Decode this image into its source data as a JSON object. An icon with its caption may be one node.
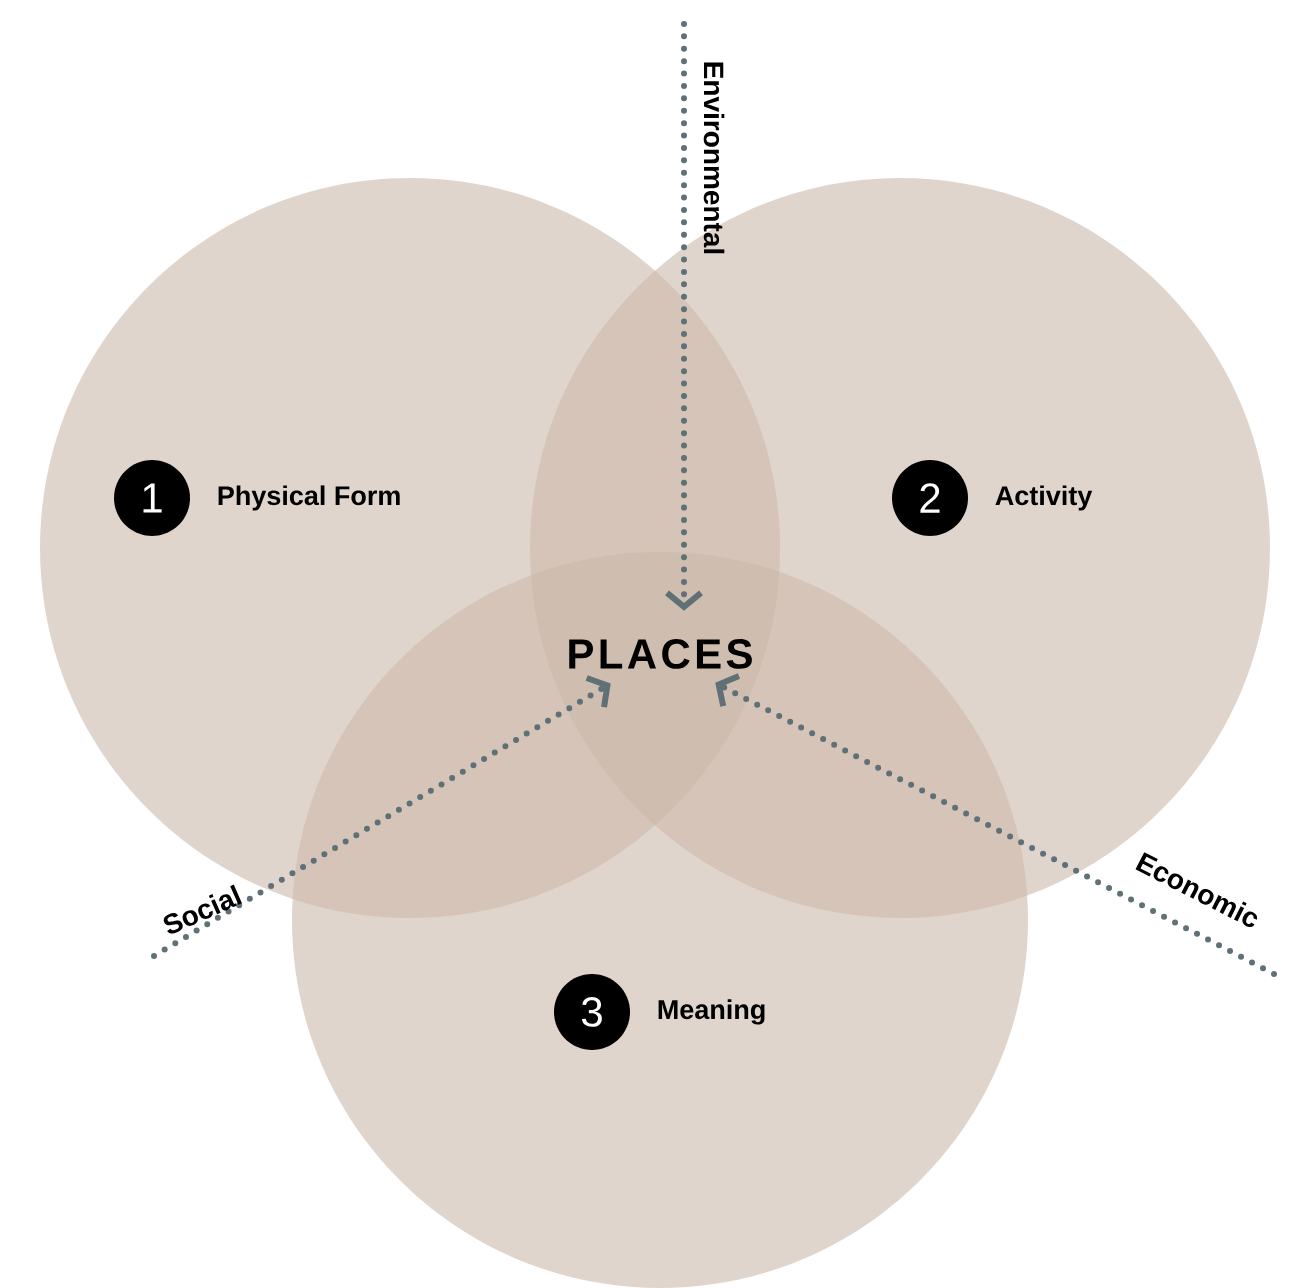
{
  "diagram": {
    "nodes": [
      {
        "text": [
          "1",
          "Physical Form"
        ]
      },
      {
        "text": [
          "2",
          "Activity"
        ]
      },
      {
        "text": [
          "3",
          "Meaning"
        ]
      },
      {
        "text": [
          "PLACES"
        ]
      }
    ],
    "edges": [
      {
        "from": null,
        "to": 3,
        "arrow": "to",
        "label": "Environmental"
      },
      {
        "from": null,
        "to": 3,
        "arrow": "to",
        "label": "Social"
      },
      {
        "from": null,
        "to": 3,
        "arrow": "to",
        "label": "Economic"
      }
    ]
  }
}
